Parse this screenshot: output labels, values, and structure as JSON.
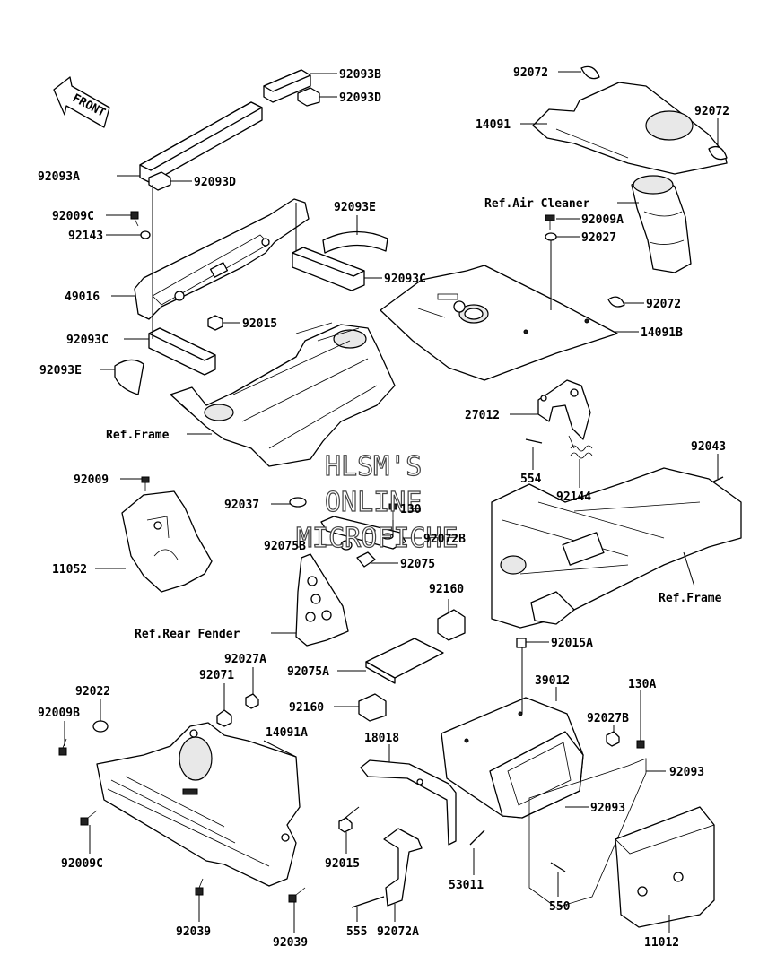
{
  "watermark": [
    "HLSM'S",
    "ONLINE",
    "MICROFICHE"
  ],
  "front_arrow_label": "FRONT",
  "labels": {
    "l92093B": "92093B",
    "l92093D_top": "92093D",
    "l92093A": "92093A",
    "l92093D_mid": "92093D",
    "l92009C_top": "92009C",
    "l92143": "92143",
    "l92093E_top": "92093E",
    "l92093C_top": "92093C",
    "l49016": "49016",
    "l92015_top": "92015",
    "l92093C_low": "92093C",
    "l92093E_low": "92093E",
    "ref_frame_left": "Ref.Frame",
    "l92072_top": "92072",
    "l14091": "14091",
    "l92072_right": "92072",
    "ref_air_cleaner": "Ref.Air Cleaner",
    "l92009A": "92009A",
    "l92027": "92027",
    "l92072_mid": "92072",
    "l14091B": "14091B",
    "l27012": "27012",
    "l554": "554",
    "l92144": "92144",
    "l92043": "92043",
    "ref_frame_right": "Ref.Frame",
    "l92009": "92009",
    "l11052": "11052",
    "l92037": "92037",
    "l130": "130",
    "l92072B": "92072B",
    "l92075B": "92075B",
    "l92075": "92075",
    "ref_rear_fender": "Ref.Rear Fender",
    "l92160_top": "92160",
    "l92015A": "92015A",
    "l92075A": "92075A",
    "l39012": "39012",
    "l92027A": "92027A",
    "l92071": "92071",
    "l92022": "92022",
    "l92160_mid": "92160",
    "l130A": "130A",
    "l92027B": "92027B",
    "l92009B": "92009B",
    "l14091A": "14091A",
    "l18018": "18018",
    "l92093_right": "92093",
    "l92093_inner": "92093",
    "l92009C_low": "92009C",
    "l92015_low": "92015",
    "l53011": "53011",
    "l550": "550",
    "l11012": "11012",
    "l92039_left": "92039",
    "l92039_right": "92039",
    "l555": "555",
    "l92072A": "92072A"
  }
}
